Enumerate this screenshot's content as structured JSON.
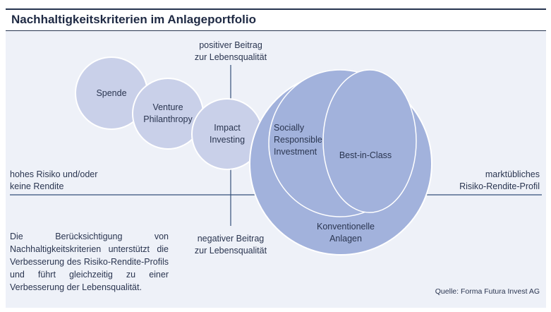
{
  "title": "Nachhaltigkeitskriterien im Anlageportfolio",
  "axis": {
    "top": [
      "positiver Beitrag",
      "zur Lebensqualität"
    ],
    "bottom": [
      "negativer Beitrag",
      "zur Lebensqualität"
    ],
    "left": [
      "hohes Risiko und/oder",
      "keine Rendite"
    ],
    "right": [
      "marktübliches",
      "Risiko-Rendite-Profil"
    ]
  },
  "circles": {
    "spende": [
      "Spende"
    ],
    "venture": [
      "Venture",
      "Philanthropy"
    ],
    "impact": [
      "Impact",
      "Investing"
    ],
    "sri": [
      "Socially",
      "Responsible",
      "Investment"
    ],
    "bic": [
      "Best-in-Class"
    ],
    "konventionelle": [
      "Konventionelle",
      "Anlagen"
    ]
  },
  "description": "Die Berücksichtigung von Nachhaltigkeitskriterien unterstützt die Verbesserung des Risiko-Rendite-Profils und führt gleichzeitig zu einer Verbesserung der Lebensqualität.",
  "source": "Quelle: Forma Futura Invest AG",
  "colors": {
    "small_circle": "#c9d0e9",
    "large_circle": "#a2b2dc",
    "stroke": "#ffffff",
    "axis": "#34507a",
    "panel": "#eef1f8",
    "text": "#2a3550"
  }
}
